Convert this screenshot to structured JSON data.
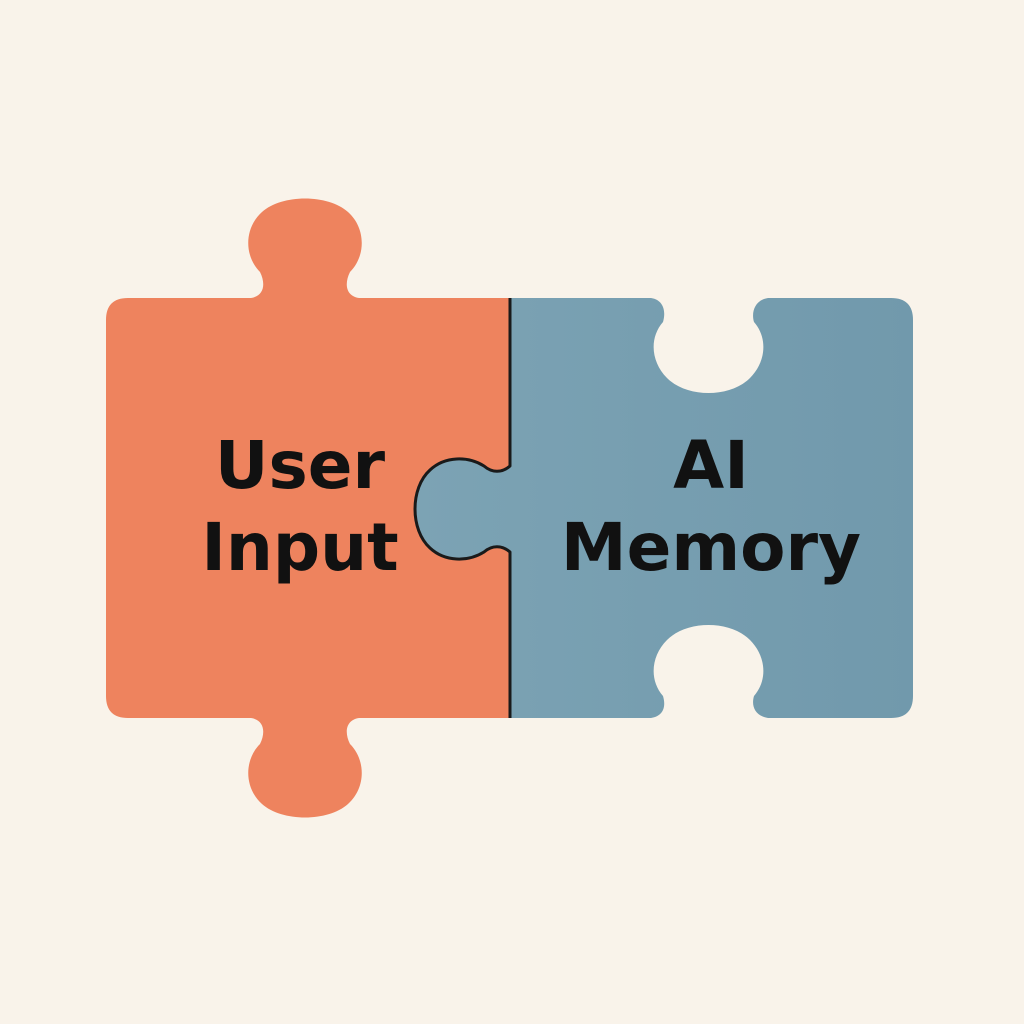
{
  "colors": {
    "background": "#f9f3ea",
    "left_piece": "#ee835e",
    "right_piece": "#7aa1b3",
    "text": "#111111",
    "seam": "#1a1a1a"
  },
  "pieces": {
    "left": {
      "line1": "User",
      "line2": "Input"
    },
    "right": {
      "line1": "AI",
      "line2": "Memory"
    }
  }
}
